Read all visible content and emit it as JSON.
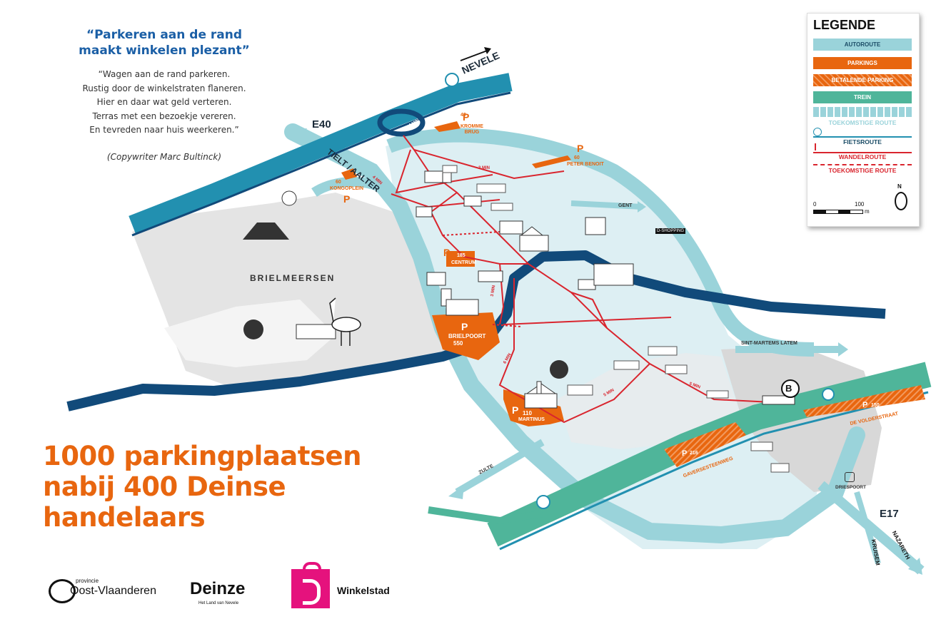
{
  "colors": {
    "autoroute": "#9ad3da",
    "parkings": "#e8660f",
    "train": "#4fb59a",
    "cycle": "#2290b0",
    "walk": "#d9252e",
    "river": "#114a7a",
    "accent_orange": "#e8660f",
    "quote_blue": "#1b5fa6"
  },
  "quote": {
    "title_line1": "“Parkeren aan de rand",
    "title_line2": "maakt winkelen plezant”",
    "lines": [
      "“Wagen aan de rand parkeren.",
      "Rustig door de winkelstraten flaneren.",
      "Hier en daar wat geld verteren.",
      "Terras met een bezoekje vereren.",
      "En tevreden naar huis weerkeren.”"
    ],
    "credit": "(Copywriter Marc Bultinck)"
  },
  "headline": {
    "line1": "1000 parkingplaatsen",
    "line2": "nabij 400 Deinse",
    "line3": "handelaars"
  },
  "legend": {
    "title": "LEGENDE",
    "autoroute": "AUTOROUTE",
    "parkings": "PARKINGS",
    "betalende": "BETALENDE PARKING",
    "trein": "TREIN",
    "toekomstige_route": "TOEKOMSTIGE ROUTE",
    "fietsroute": "FIETSROUTE",
    "wandelroute": "WANDELROUTE",
    "toekomstige_route_2": "TOEKOMSTIGE ROUTE",
    "scale_start": "0",
    "scale_end": "100",
    "scale_unit": "m",
    "north": "N"
  },
  "places": {
    "nevele": "NEVELE",
    "e40": "E40",
    "tielt_aalter": "TIELT / AALTER",
    "brielmeersen": "BRIELMEERSEN",
    "gent": "GENT",
    "d_shopping": "D-SHOPPING",
    "sint_martens_latem": "SINT-MARTEMS LATEM",
    "zulte": "ZULTE",
    "driespoort": "DRIESPOORT",
    "e17": "E17",
    "kruishoutem": "KRUISEM",
    "nazareth": "NAZARETH"
  },
  "parkings": {
    "kromme_brug": {
      "count": "40",
      "name": "KROMME\nBRUG"
    },
    "peter_benoit": {
      "count": "60",
      "name": "PETER BENOIT"
    },
    "kongoplein": {
      "count": "60",
      "name": "KONGOPLEIN"
    },
    "centrum": {
      "count": "185",
      "name": "CENTRUM"
    },
    "brielpoort": {
      "name": "BRIELPOORT",
      "count": "550"
    },
    "martinus": {
      "count": "110",
      "name": "MARTINUS"
    },
    "gaversesteenweg": {
      "count": "216",
      "name": "GAVERSESTEENWEG"
    },
    "de volderstraat": {
      "count": "150",
      "name": "DE VOLDERSTRAAT"
    }
  },
  "parking_symbol": "P",
  "walk_times": {
    "a": "4 MIN",
    "b": "3 MIN",
    "c": "3 MIN",
    "d": "6 MIN",
    "e": "5 MIN",
    "f": "5 MIN",
    "g": "4 MIN"
  },
  "station_symbol": "B",
  "logos": {
    "provincie_small": "provincie",
    "provincie": "Oost-Vlaanderen",
    "deinze": "Deinze",
    "deinze_sub": "Het Land van Nevele",
    "winkelstad": "Winkelstad"
  }
}
